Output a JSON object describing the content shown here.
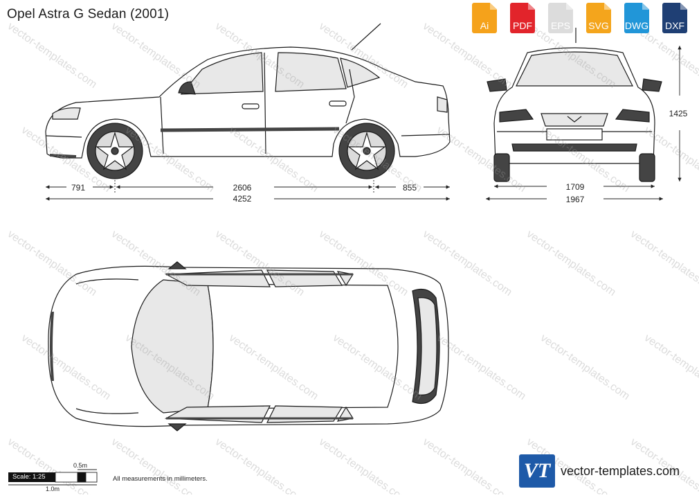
{
  "title": "Opel Astra G Sedan (2001)",
  "formats": [
    {
      "label": "Ai",
      "color": "#f5a21b"
    },
    {
      "label": "PDF",
      "color": "#e2242b"
    },
    {
      "label": "EPS",
      "color": "#dcdcdc"
    },
    {
      "label": "SVG",
      "color": "#f4a51c"
    },
    {
      "label": "DWG",
      "color": "#2196d8"
    },
    {
      "label": "DXF",
      "color": "#1f3f74"
    }
  ],
  "dimensions": {
    "front_overhang": "791",
    "wheelbase": "2606",
    "rear_overhang": "855",
    "length": "4252",
    "track_width": "1709",
    "width_with_mirrors": "1967",
    "height": "1425"
  },
  "scale": {
    "label": "Scale: 1:25",
    "half": "0.5m",
    "full": "1.0m"
  },
  "note": "All measurements in millimeters.",
  "brand": {
    "logo": "VT",
    "site": "vector-templates.com"
  },
  "watermark": "vector-templates.com",
  "colors": {
    "line": "#1a1a1a",
    "glass": "#e8e8e8",
    "dark": "#444444",
    "accent": "#1e5aa8"
  }
}
